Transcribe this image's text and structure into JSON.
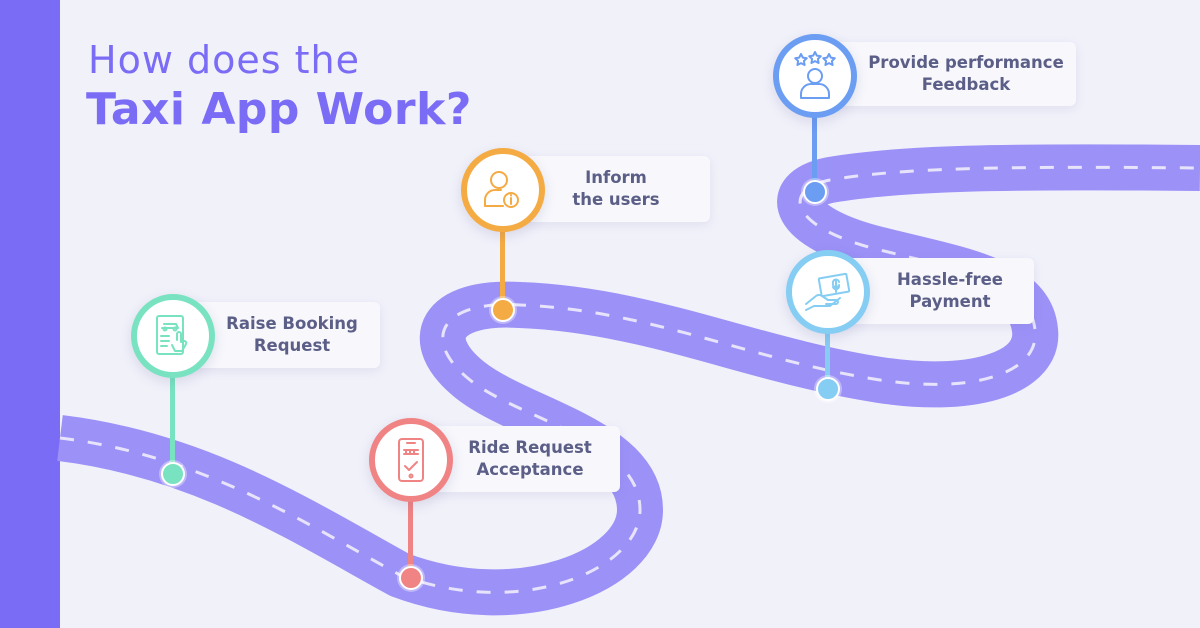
{
  "title": {
    "line1": "How does the",
    "line2": "Taxi App Work?"
  },
  "colors": {
    "sidebar": "#7b6cf6",
    "road": "#9c91f7",
    "lane": "#e6e3fb",
    "green": "#79e3c1",
    "red": "#f08484",
    "orange": "#f5ab44",
    "light_blue": "#86cdf3",
    "blue": "#6b9df3"
  },
  "steps": [
    {
      "label_line1": "Raise Booking",
      "label_line2": "Request",
      "icon": "booking-form-icon"
    },
    {
      "label_line1": "Ride Request",
      "label_line2": "Acceptance",
      "icon": "phone-taxi-icon"
    },
    {
      "label_line1": "Inform",
      "label_line2": "the users",
      "icon": "user-info-icon"
    },
    {
      "label_line1": "Hassle-free",
      "label_line2": "Payment",
      "icon": "hand-cash-icon"
    },
    {
      "label_line1": "Provide performance",
      "label_line2": "Feedback",
      "icon": "rating-user-icon"
    }
  ]
}
